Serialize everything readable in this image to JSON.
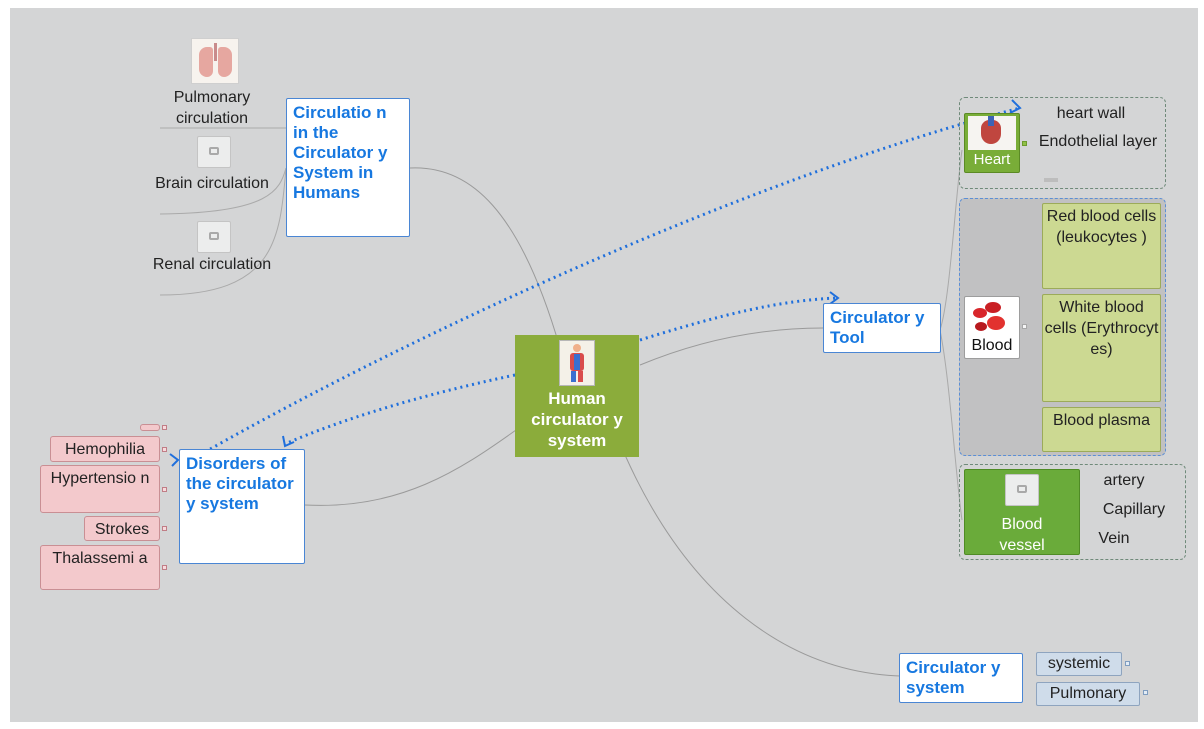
{
  "central": {
    "label": "Human circulator y system"
  },
  "circulation_topic": {
    "label": "Circulatio n in the Circulator y System in Humans"
  },
  "circulation_items": [
    {
      "label": "Pulmonary circulation"
    },
    {
      "label": "Brain circulation"
    },
    {
      "label": "Renal circulation"
    }
  ],
  "disorders_topic": {
    "label": "Disorders of the circulator y system"
  },
  "disorders_items": [
    {
      "label": "Hemophilia"
    },
    {
      "label": "Hypertensio n"
    },
    {
      "label": "Strokes"
    },
    {
      "label": "Thalassemi a"
    }
  ],
  "tool_topic": {
    "label": "Circulator y Tool"
  },
  "heart": {
    "label": "Heart",
    "subitems": [
      {
        "label": "heart wall"
      },
      {
        "label": "Endothelial layer"
      }
    ]
  },
  "blood": {
    "label": "Blood",
    "subitems": [
      {
        "label": "Red blood cells (leukocytes )"
      },
      {
        "label": "White blood cells (Erythrocyt es)"
      },
      {
        "label": "Blood plasma"
      }
    ]
  },
  "vessel": {
    "label": "Blood vessel",
    "subitems": [
      {
        "label": "artery"
      },
      {
        "label": "Capillary"
      },
      {
        "label": "Vein"
      }
    ]
  },
  "system_topic": {
    "label": "Circulator y system"
  },
  "system_items": [
    {
      "label": "systemic"
    },
    {
      "label": "Pulmonary"
    }
  ],
  "colors": {
    "canvas": "#d4d5d6",
    "central": "#8bac3b",
    "topic_text": "#1778e0",
    "link": "#1f6fdc",
    "pink": "#f3c9cc",
    "green": "#ccd992",
    "lightblue": "#cfdcea"
  }
}
